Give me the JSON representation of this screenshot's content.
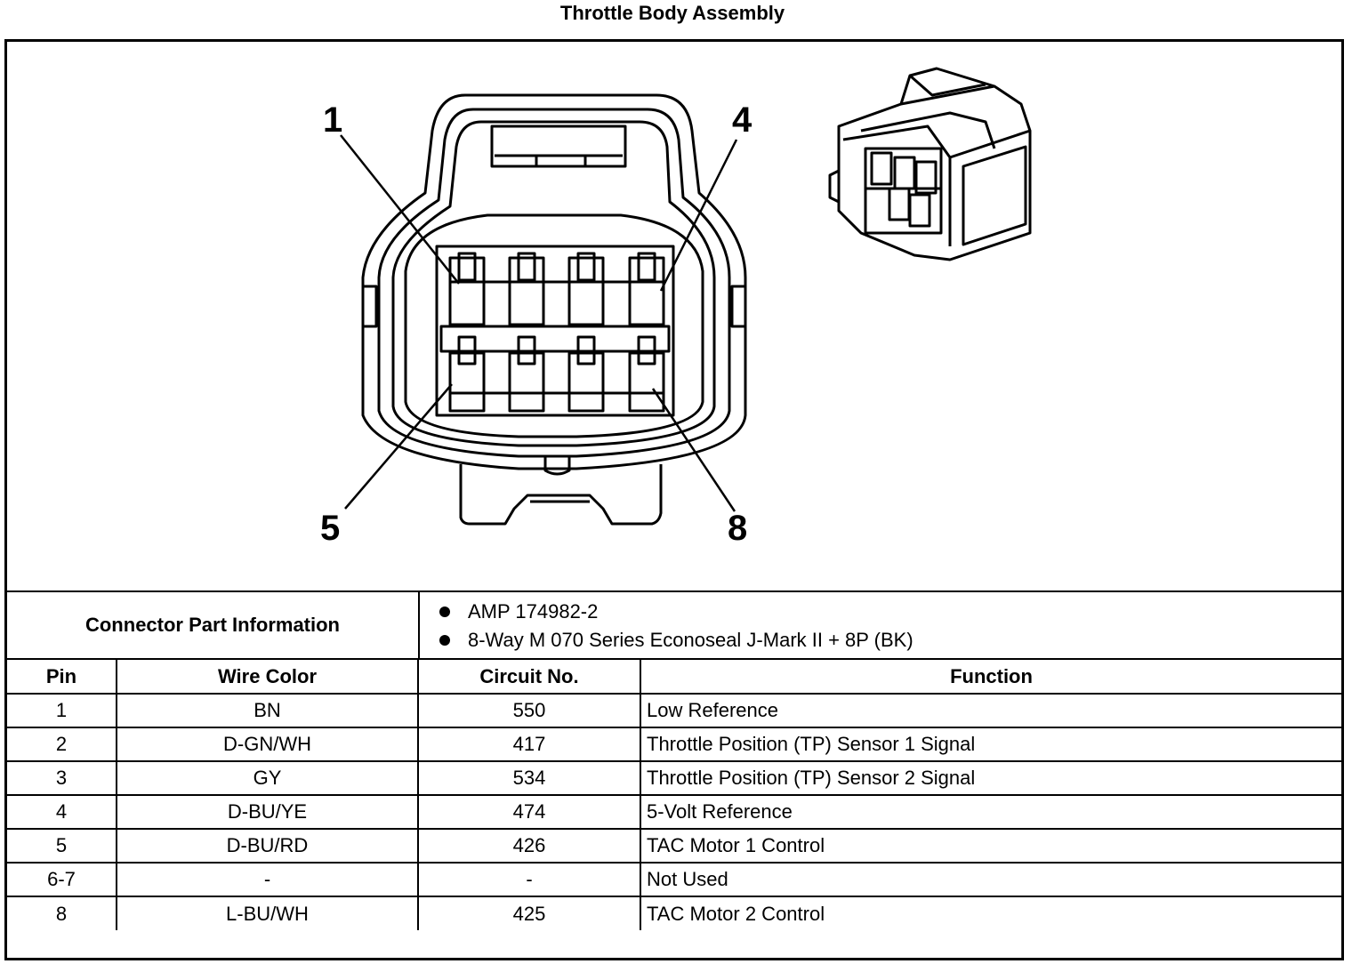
{
  "title": "Throttle Body Assembly",
  "callouts": [
    "1",
    "4",
    "5",
    "8"
  ],
  "connector_info": {
    "label": "Connector Part Information",
    "items": [
      "AMP 174982-2",
      "8-Way M 070 Series Econoseal J-Mark II + 8P (BK)"
    ]
  },
  "table": {
    "headers": [
      "Pin",
      "Wire Color",
      "Circuit No.",
      "Function"
    ],
    "rows": [
      [
        "1",
        "BN",
        "550",
        "Low Reference"
      ],
      [
        "2",
        "D-GN/WH",
        "417",
        "Throttle Position (TP) Sensor 1 Signal"
      ],
      [
        "3",
        "GY",
        "534",
        "Throttle Position (TP) Sensor 2 Signal"
      ],
      [
        "4",
        "D-BU/YE",
        "474",
        "5-Volt Reference"
      ],
      [
        "5",
        "D-BU/RD",
        "426",
        "TAC Motor 1 Control"
      ],
      [
        "6-7",
        "-",
        "-",
        "Not Used"
      ],
      [
        "8",
        "L-BU/WH",
        "425",
        "TAC Motor 2 Control"
      ]
    ]
  }
}
